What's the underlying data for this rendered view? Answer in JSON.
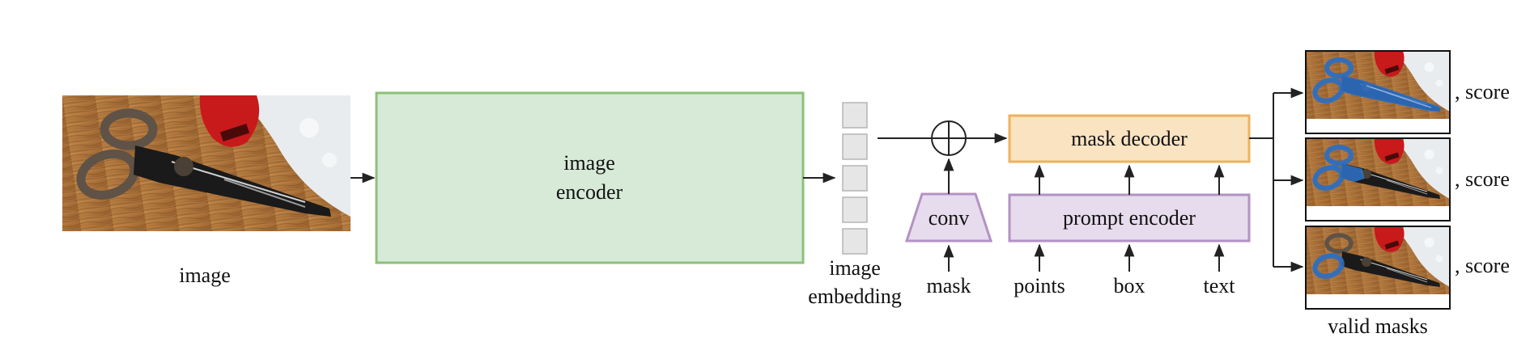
{
  "labels": {
    "input_image": "image",
    "image_encoder_line1": "image",
    "image_encoder_line2": "encoder",
    "embedding_line1": "image",
    "embedding_line2": "embedding",
    "conv": "conv",
    "mask_input": "mask",
    "mask_decoder": "mask decoder",
    "prompt_encoder": "prompt encoder",
    "points": "points",
    "box": "box",
    "text": "text",
    "score": ", score",
    "valid_masks": "valid masks"
  },
  "colors": {
    "encoder_fill": "#d7ead7",
    "encoder_stroke": "#8cc07a",
    "decoder_fill": "#fae3c1",
    "decoder_stroke": "#efb15c",
    "prompt_fill": "#e6dced",
    "prompt_stroke": "#b491c4",
    "embedding_fill": "#e6e6e6",
    "embedding_stroke": "#b5b5b5",
    "wood": "#a9743e",
    "mask_blue": "#2f73c9"
  },
  "icons": {
    "sum": "circle-plus-icon",
    "scissors": "scissors-photo"
  }
}
